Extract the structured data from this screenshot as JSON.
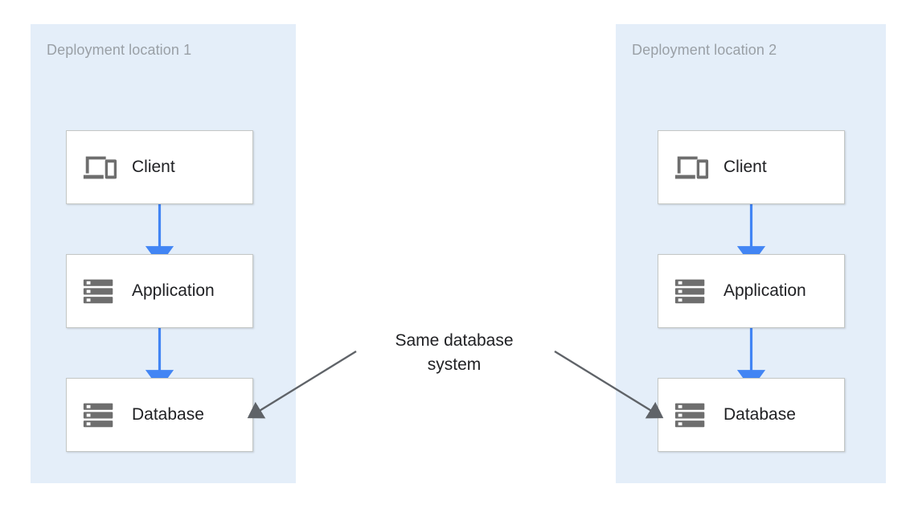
{
  "diagram": {
    "type": "deployment-architecture",
    "background_color": "#FFFFFF",
    "panel_color": "#E4EEF9",
    "flow_arrow_color": "#4285F4",
    "annotation_arrow_color": "#5F6368",
    "box_border_color": "#C4C7C5",
    "box_fill_color": "#FFFFFF",
    "panel_title_color": "#9AA0A6",
    "text_color": "#202124"
  },
  "panels": [
    {
      "id": "deployment-location-1",
      "title": "Deployment location 1",
      "nodes": [
        {
          "id": "client",
          "label": "Client",
          "icon": "devices-icon"
        },
        {
          "id": "application",
          "label": "Application",
          "icon": "server-stack-icon"
        },
        {
          "id": "database",
          "label": "Database",
          "icon": "server-stack-icon"
        }
      ],
      "flows": [
        {
          "from": "client",
          "to": "database-or-application",
          "label": ""
        },
        {
          "from": "application",
          "to": "database",
          "label": ""
        }
      ]
    },
    {
      "id": "deployment-location-2",
      "title": "Deployment location 2",
      "nodes": [
        {
          "id": "client",
          "label": "Client",
          "icon": "devices-icon"
        },
        {
          "id": "application",
          "label": "Application",
          "icon": "server-stack-icon"
        },
        {
          "id": "database",
          "label": "Database",
          "icon": "server-stack-icon"
        }
      ],
      "flows": [
        {
          "from": "client",
          "to": "application",
          "label": ""
        },
        {
          "from": "application",
          "to": "database",
          "label": ""
        }
      ]
    }
  ],
  "annotation": {
    "id": "same-database-system",
    "line_1": "Same database",
    "line_2": "system",
    "text": "Same database system",
    "points_to": [
      "deployment-location-1.database",
      "deployment-location-2.database"
    ]
  }
}
